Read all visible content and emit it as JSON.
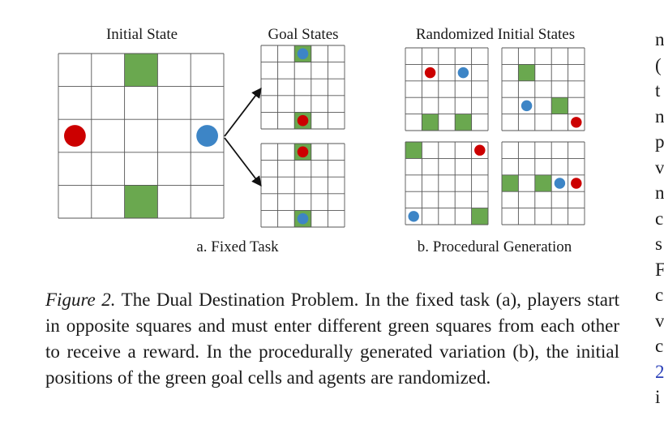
{
  "figure": {
    "titles": {
      "initial": "Initial State",
      "goal": "Goal States",
      "randomized": "Randomized Initial States"
    },
    "sublabels": {
      "fixed": "a. Fixed Task",
      "procedural": "b. Procedural Generation"
    },
    "colors": {
      "green": "#6aa84f",
      "red": "#cc0000",
      "blue": "#3d85c6",
      "grid_line": "#555555"
    }
  },
  "caption": {
    "label": "Figure 2.",
    "text": " The Dual Destination Problem.  In the fixed task (a), players start in opposite squares and must enter different green squares from each other to receive a reward. In the procedurally generated variation (b), the initial positions of the green goal cells and agents are randomized."
  },
  "side_column": [
    "n",
    "(",
    "t",
    "n",
    "p",
    "v",
    "n",
    "c",
    "s",
    "F",
    "c",
    "v",
    "c",
    "2",
    "i"
  ]
}
